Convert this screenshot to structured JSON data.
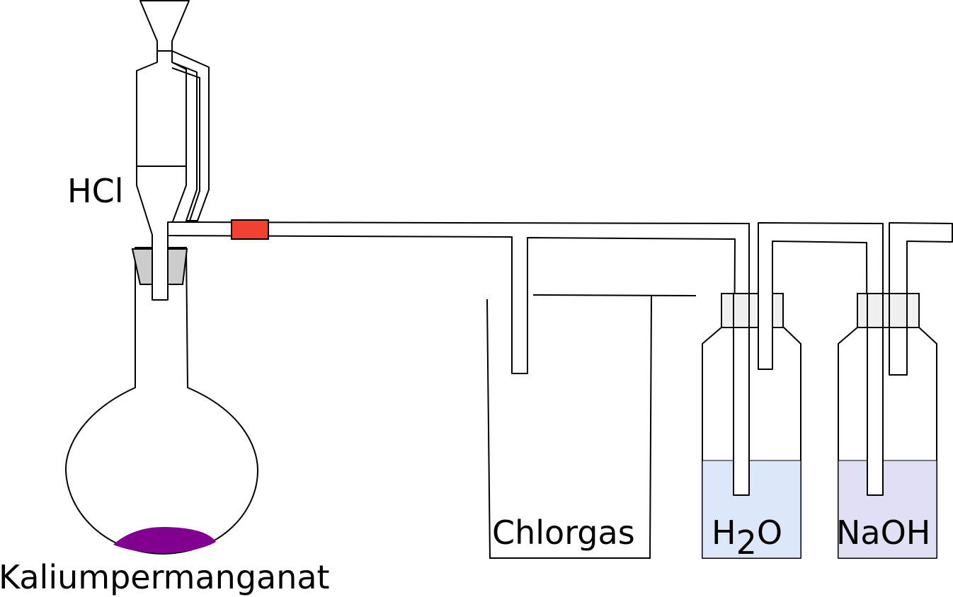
{
  "labels": {
    "hcl": "HCl",
    "kmno4": "Kaliumpermanganat",
    "chlorgas": "Chlorgas",
    "water": {
      "h": "H",
      "sub": "2",
      "o": "O"
    },
    "naoh": "NaOH"
  },
  "colors": {
    "stopper_flask": "#cccccc",
    "stopper_bottle": "#f0f0f0",
    "valve": "#f04030",
    "permanganate": "#800090",
    "water_liquid": "#dce8fa",
    "naoh_liquid": "#e0e0f5"
  }
}
